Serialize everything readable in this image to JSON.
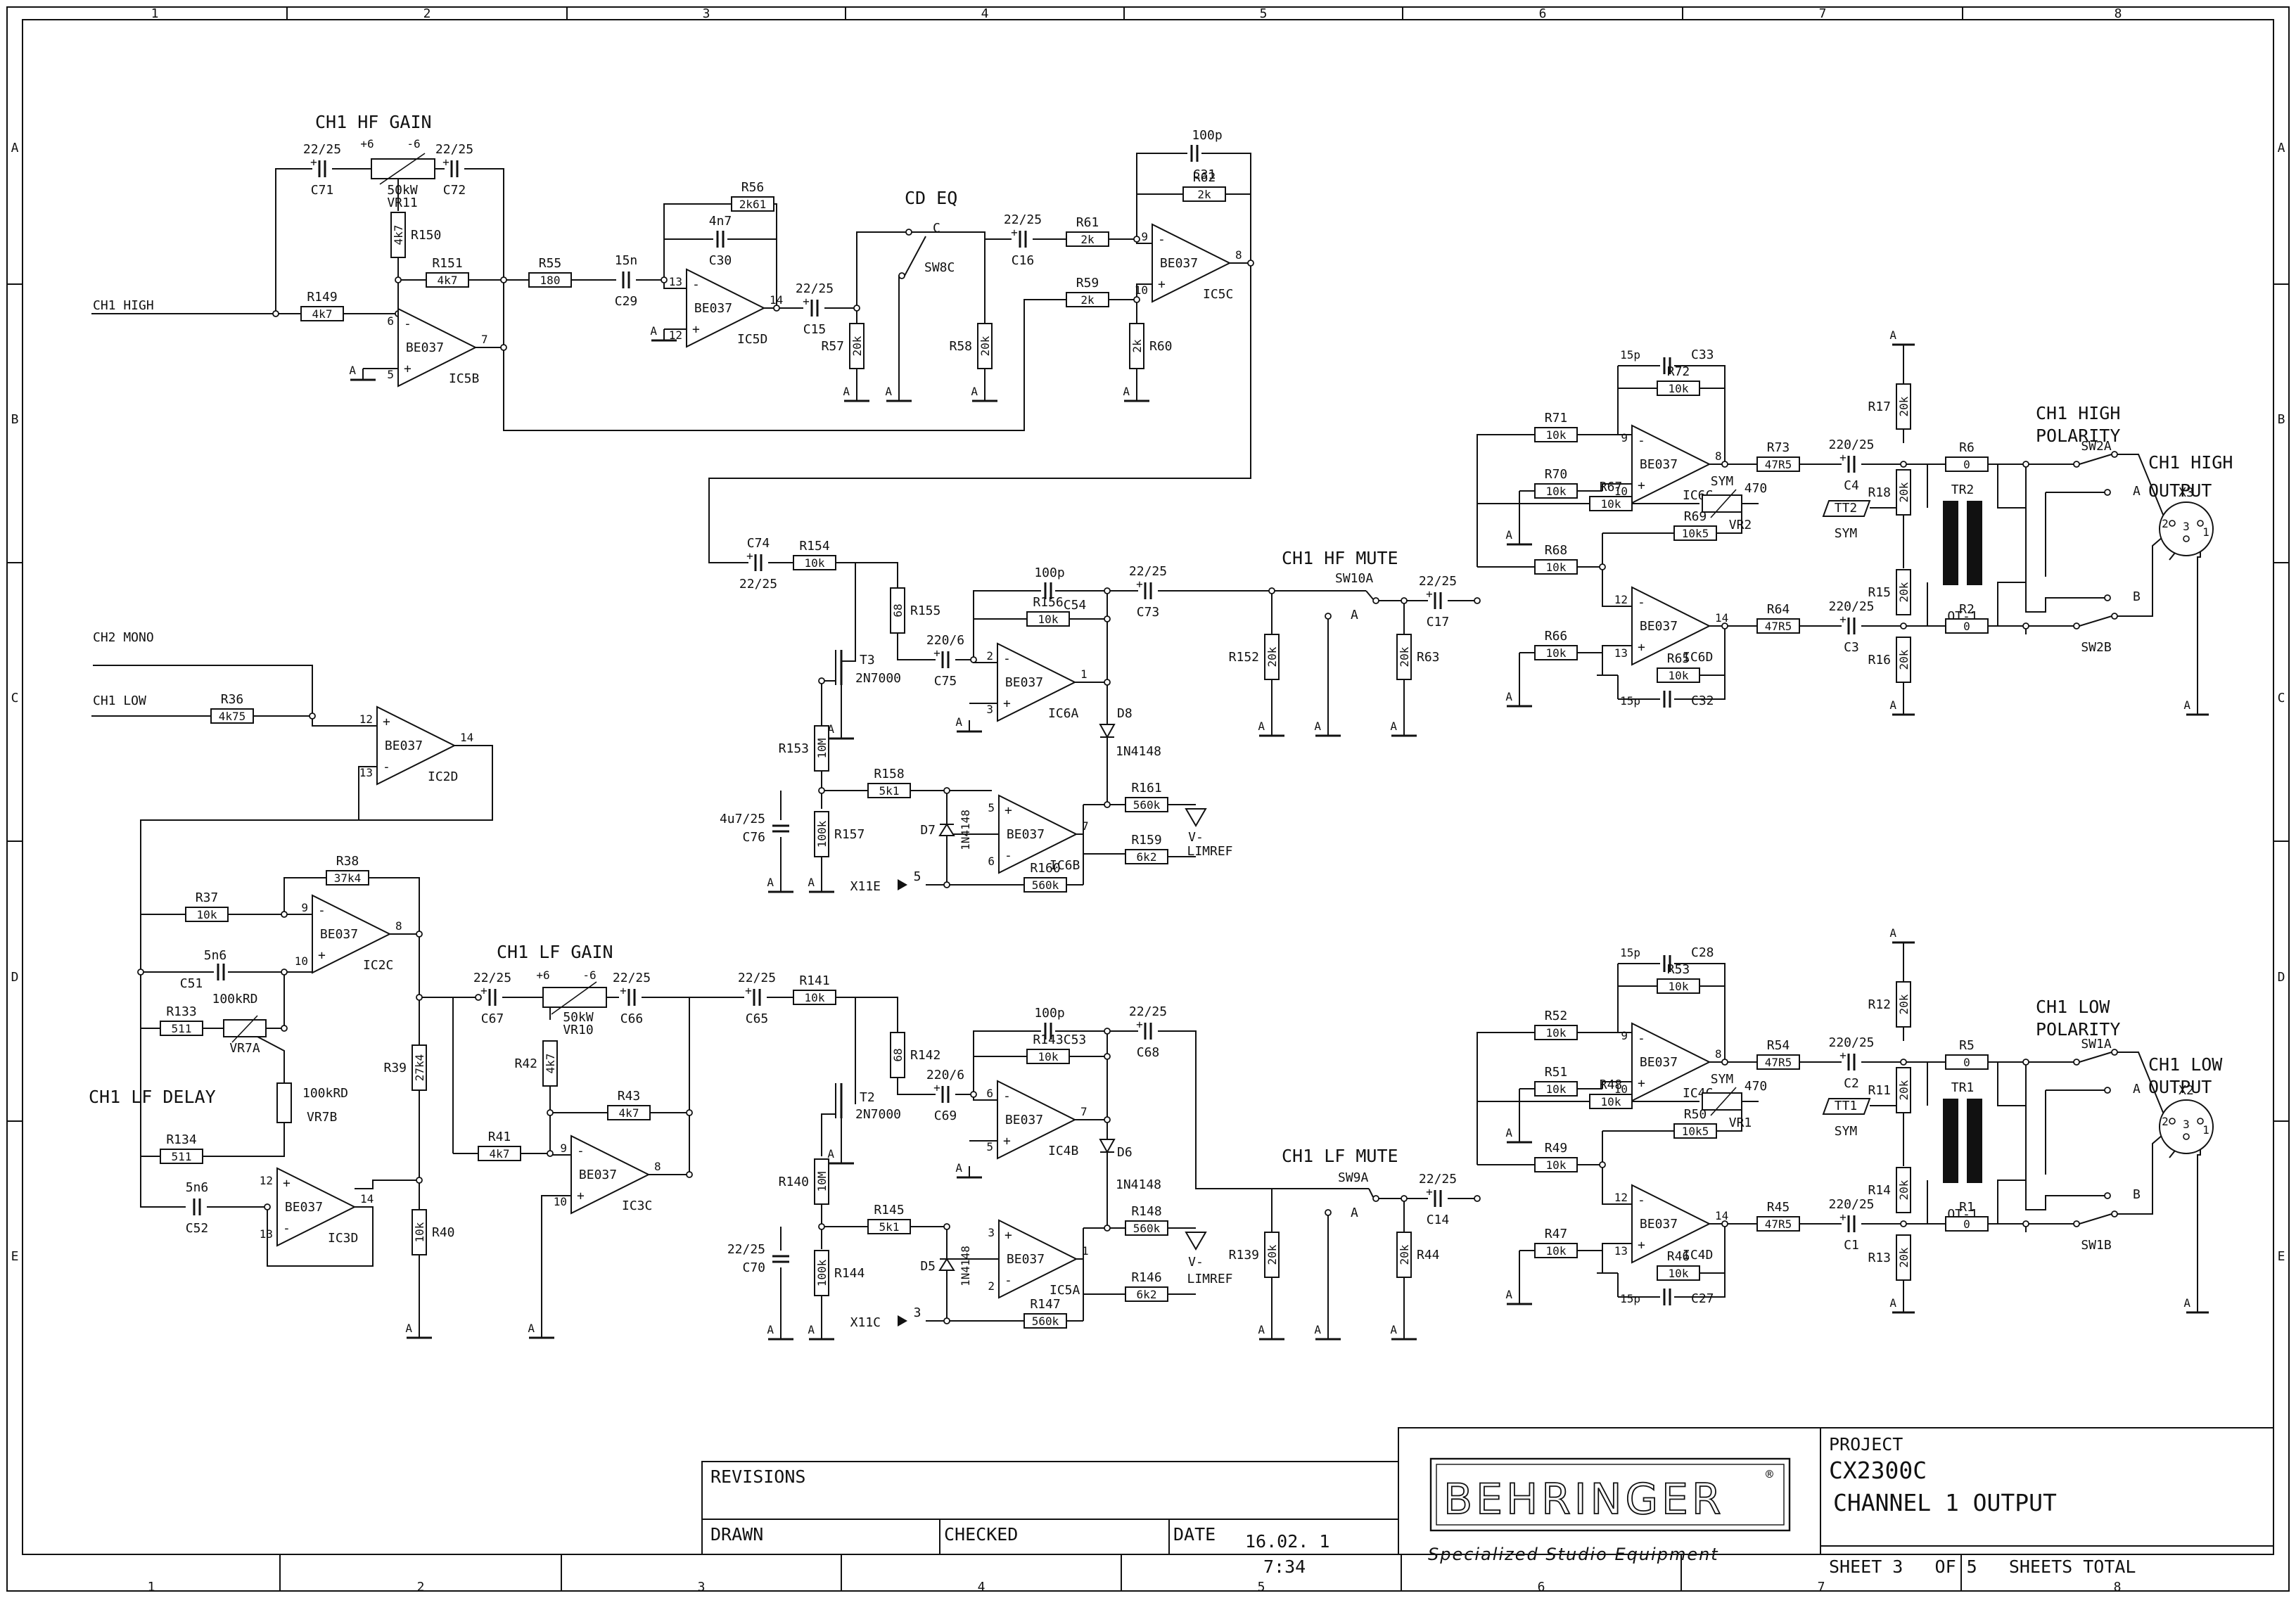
{
  "title_block": {
    "revisions": "REVISIONS",
    "drawn": "DRAWN",
    "checked": "CHECKED",
    "date_label": "DATE",
    "date_value": "16.02. 1",
    "time_value": "7:34",
    "project_label": "PROJECT",
    "project_name": "CX2300C",
    "sheet_title": "CHANNEL 1 OUTPUT",
    "company": "BEHRINGER",
    "registered": "®",
    "tagline": "Specialized Studio Equipment",
    "sheet_info": "SHEET 3   OF 5   SHEETS TOTAL"
  },
  "frame": {
    "columns": [
      "1",
      "2",
      "3",
      "4",
      "5",
      "6",
      "7",
      "8"
    ],
    "rows": [
      "A",
      "B",
      "C",
      "D",
      "E"
    ]
  },
  "section_titles": {
    "hf_gain": "CH1 HF GAIN",
    "lf_gain": "CH1 LF GAIN",
    "cd_eq": "CD EQ",
    "hf_mute": "CH1 HF MUTE",
    "lf_mute": "CH1 LF MUTE",
    "lf_delay": "CH1 LF DELAY",
    "high_polarity": "CH1 HIGH\nPOLARITY",
    "low_polarity": "CH1 LOW\nPOLARITY",
    "high_output": "CH1 HIGH\nOUTPUT",
    "low_output": "CH1 LOW\nOUTPUT"
  },
  "nets": {
    "ch1_high": "CH1 HIGH",
    "ch2_mono": "CH2 MONO",
    "ch1_low": "CH1 LOW",
    "ground": "A",
    "v_minus": "V-",
    "limref": "LIMREF",
    "sym": "SYM"
  },
  "opamps": [
    {
      "ref": "IC5B",
      "part": "BE037",
      "pins": [
        "6",
        "5",
        "7"
      ]
    },
    {
      "ref": "IC5D",
      "part": "BE037",
      "pins": [
        "13",
        "12",
        "14"
      ]
    },
    {
      "ref": "IC5C",
      "part": "BE037",
      "pins": [
        "9",
        "10",
        "8"
      ]
    },
    {
      "ref": "IC2D",
      "part": "BE037",
      "pins": [
        "12",
        "13",
        "14"
      ]
    },
    {
      "ref": "IC2C",
      "part": "BE037",
      "pins": [
        "9",
        "10",
        "8"
      ]
    },
    {
      "ref": "IC3D",
      "part": "BE037",
      "pins": [
        "12",
        "13",
        "14"
      ]
    },
    {
      "ref": "IC3C",
      "part": "BE037",
      "pins": [
        "9",
        "10",
        "8"
      ]
    },
    {
      "ref": "IC6A",
      "part": "BE037",
      "pins": [
        "2",
        "3",
        "1"
      ]
    },
    {
      "ref": "IC6B",
      "part": "BE037",
      "pins": [
        "5",
        "6",
        "7"
      ]
    },
    {
      "ref": "IC4B",
      "part": "BE037",
      "pins": [
        "6",
        "5",
        "7"
      ]
    },
    {
      "ref": "IC5A",
      "part": "BE037",
      "pins": [
        "3",
        "2",
        "1"
      ]
    },
    {
      "ref": "IC6C",
      "part": "BE037",
      "pins": [
        "9",
        "10",
        "8"
      ]
    },
    {
      "ref": "IC6D",
      "part": "BE037",
      "pins": [
        "12",
        "13",
        "14"
      ]
    },
    {
      "ref": "IC4C",
      "part": "BE037",
      "pins": [
        "9",
        "10",
        "8"
      ]
    },
    {
      "ref": "IC4D",
      "part": "BE037",
      "pins": [
        "12",
        "13",
        "14"
      ]
    }
  ],
  "resistors": [
    {
      "ref": "R149",
      "value": "4k7"
    },
    {
      "ref": "R150",
      "value": "4k7"
    },
    {
      "ref": "R151",
      "value": "4k7"
    },
    {
      "ref": "R55",
      "value": "180"
    },
    {
      "ref": "R56",
      "value": "2k61"
    },
    {
      "ref": "R57",
      "value": "20k"
    },
    {
      "ref": "R58",
      "value": "20k"
    },
    {
      "ref": "R61",
      "value": "2k"
    },
    {
      "ref": "R59",
      "value": "2k"
    },
    {
      "ref": "R62",
      "value": "2k"
    },
    {
      "ref": "R60",
      "value": "2k"
    },
    {
      "ref": "R154",
      "value": "10k"
    },
    {
      "ref": "R155",
      "value": "68"
    },
    {
      "ref": "R156",
      "value": "10k"
    },
    {
      "ref": "R153",
      "value": "10M"
    },
    {
      "ref": "R157",
      "value": "100k"
    },
    {
      "ref": "R158",
      "value": "5k1"
    },
    {
      "ref": "R161",
      "value": "560k"
    },
    {
      "ref": "R159",
      "value": "6k2"
    },
    {
      "ref": "R160",
      "value": "560k"
    },
    {
      "ref": "R152",
      "value": "20k"
    },
    {
      "ref": "R63",
      "value": "20k"
    },
    {
      "ref": "R36",
      "value": "4k75"
    },
    {
      "ref": "R38",
      "value": "37k4"
    },
    {
      "ref": "R37",
      "value": "10k"
    },
    {
      "ref": "R133",
      "value": "511"
    },
    {
      "ref": "R134",
      "value": "511"
    },
    {
      "ref": "R39",
      "value": "27k4"
    },
    {
      "ref": "R40",
      "value": "10k"
    },
    {
      "ref": "R41",
      "value": "4k7"
    },
    {
      "ref": "R42",
      "value": "4k7"
    },
    {
      "ref": "R43",
      "value": "4k7"
    },
    {
      "ref": "R141",
      "value": "10k"
    },
    {
      "ref": "R142",
      "value": "68"
    },
    {
      "ref": "R143",
      "value": "10k"
    },
    {
      "ref": "R140",
      "value": "10M"
    },
    {
      "ref": "R144",
      "value": "100k"
    },
    {
      "ref": "R145",
      "value": "5k1"
    },
    {
      "ref": "R148",
      "value": "560k"
    },
    {
      "ref": "R146",
      "value": "6k2"
    },
    {
      "ref": "R147",
      "value": "560k"
    },
    {
      "ref": "R139",
      "value": "20k"
    },
    {
      "ref": "R44",
      "value": "20k"
    },
    {
      "ref": "R71",
      "value": "10k"
    },
    {
      "ref": "R72",
      "value": "10k"
    },
    {
      "ref": "R70",
      "value": "10k"
    },
    {
      "ref": "R67",
      "value": "10k"
    },
    {
      "ref": "R69",
      "value": "10k5"
    },
    {
      "ref": "R68",
      "value": "10k"
    },
    {
      "ref": "R66",
      "value": "10k"
    },
    {
      "ref": "R65",
      "value": "10k"
    },
    {
      "ref": "R73",
      "value": "47R5"
    },
    {
      "ref": "R64",
      "value": "47R5"
    },
    {
      "ref": "R17",
      "value": "20k"
    },
    {
      "ref": "R18",
      "value": "20k"
    },
    {
      "ref": "R15",
      "value": "20k"
    },
    {
      "ref": "R16",
      "value": "20k"
    },
    {
      "ref": "R6",
      "value": "0"
    },
    {
      "ref": "R2",
      "value": "0"
    },
    {
      "ref": "R52",
      "value": "10k"
    },
    {
      "ref": "R53",
      "value": "10k"
    },
    {
      "ref": "R51",
      "value": "10k"
    },
    {
      "ref": "R48",
      "value": "10k"
    },
    {
      "ref": "R50",
      "value": "10k5"
    },
    {
      "ref": "R49",
      "value": "10k"
    },
    {
      "ref": "R47",
      "value": "10k"
    },
    {
      "ref": "R46",
      "value": "10k"
    },
    {
      "ref": "R54",
      "value": "47R5"
    },
    {
      "ref": "R45",
      "value": "47R5"
    },
    {
      "ref": "R12",
      "value": "20k"
    },
    {
      "ref": "R11",
      "value": "20k"
    },
    {
      "ref": "R14",
      "value": "20k"
    },
    {
      "ref": "R13",
      "value": "20k"
    },
    {
      "ref": "R5",
      "value": "0"
    },
    {
      "ref": "R1",
      "value": "0"
    }
  ],
  "capacitors": [
    {
      "ref": "C71",
      "value": "22/25"
    },
    {
      "ref": "C72",
      "value": "22/25"
    },
    {
      "ref": "C29",
      "value": "15n"
    },
    {
      "ref": "C30",
      "value": "4n7"
    },
    {
      "ref": "C15",
      "value": "22/25"
    },
    {
      "ref": "C16",
      "value": "22/25"
    },
    {
      "ref": "C31",
      "value": "100p"
    },
    {
      "ref": "C74",
      "value": "22/25"
    },
    {
      "ref": "C54",
      "value": "100p"
    },
    {
      "ref": "C73",
      "value": "22/25"
    },
    {
      "ref": "C75",
      "value": "220/6"
    },
    {
      "ref": "C76",
      "value": "4u7/25"
    },
    {
      "ref": "C17",
      "value": "22/25"
    },
    {
      "ref": "C51",
      "value": "5n6"
    },
    {
      "ref": "C52",
      "value": "5n6"
    },
    {
      "ref": "C67",
      "value": "22/25"
    },
    {
      "ref": "C66",
      "value": "22/25"
    },
    {
      "ref": "C65",
      "value": "22/25"
    },
    {
      "ref": "C53",
      "value": "100p"
    },
    {
      "ref": "C68",
      "value": "22/25"
    },
    {
      "ref": "C69",
      "value": "220/6"
    },
    {
      "ref": "C70",
      "value": "22/25"
    },
    {
      "ref": "C14",
      "value": "22/25"
    },
    {
      "ref": "C33",
      "value": "15p"
    },
    {
      "ref": "C32",
      "value": "15p"
    },
    {
      "ref": "C4",
      "value": "220/25"
    },
    {
      "ref": "C3",
      "value": "220/25"
    },
    {
      "ref": "C28",
      "value": "15p"
    },
    {
      "ref": "C27",
      "value": "15p"
    },
    {
      "ref": "C2",
      "value": "220/25"
    },
    {
      "ref": "C1",
      "value": "220/25"
    }
  ],
  "pots": [
    {
      "ref": "VR11",
      "value": "50kW",
      "ends": [
        "+6",
        "-6"
      ]
    },
    {
      "ref": "VR10",
      "value": "50kW",
      "ends": [
        "+6",
        "-6"
      ]
    },
    {
      "ref": "VR7A",
      "value": "100kRD"
    },
    {
      "ref": "VR7B",
      "value": "100kRD"
    },
    {
      "ref": "VR2",
      "value": "470"
    },
    {
      "ref": "VR1",
      "value": "470"
    }
  ],
  "transistors": [
    {
      "ref": "T3",
      "part": "2N7000"
    },
    {
      "ref": "T2",
      "part": "2N7000"
    }
  ],
  "diodes": [
    {
      "ref": "D8",
      "part": "1N4148"
    },
    {
      "ref": "D7",
      "part": "1N4148"
    },
    {
      "ref": "D6",
      "part": "1N4148"
    },
    {
      "ref": "D5",
      "part": "1N4148"
    }
  ],
  "switches": [
    {
      "ref": "SW8C",
      "contact": "C"
    },
    {
      "ref": "SW10A",
      "contact": "A"
    },
    {
      "ref": "SW9A",
      "contact": "A"
    },
    {
      "ref": "SW2A",
      "contact": "A"
    },
    {
      "ref": "SW2B",
      "contact": "B"
    },
    {
      "ref": "SW1A",
      "contact": "A"
    },
    {
      "ref": "SW1B",
      "contact": "B"
    }
  ],
  "transformers": [
    {
      "ref": "TR2",
      "part": "OT-1"
    },
    {
      "ref": "TR1",
      "part": "OT-1"
    }
  ],
  "test_points": [
    "TT2",
    "TT1"
  ],
  "connectors": [
    {
      "ref": "X3",
      "pins": [
        "2",
        "3",
        "1"
      ]
    },
    {
      "ref": "X2",
      "pins": [
        "2",
        "3",
        "1"
      ]
    },
    {
      "ref": "X11E",
      "pin": "5"
    },
    {
      "ref": "X11C",
      "pin": "3"
    }
  ]
}
